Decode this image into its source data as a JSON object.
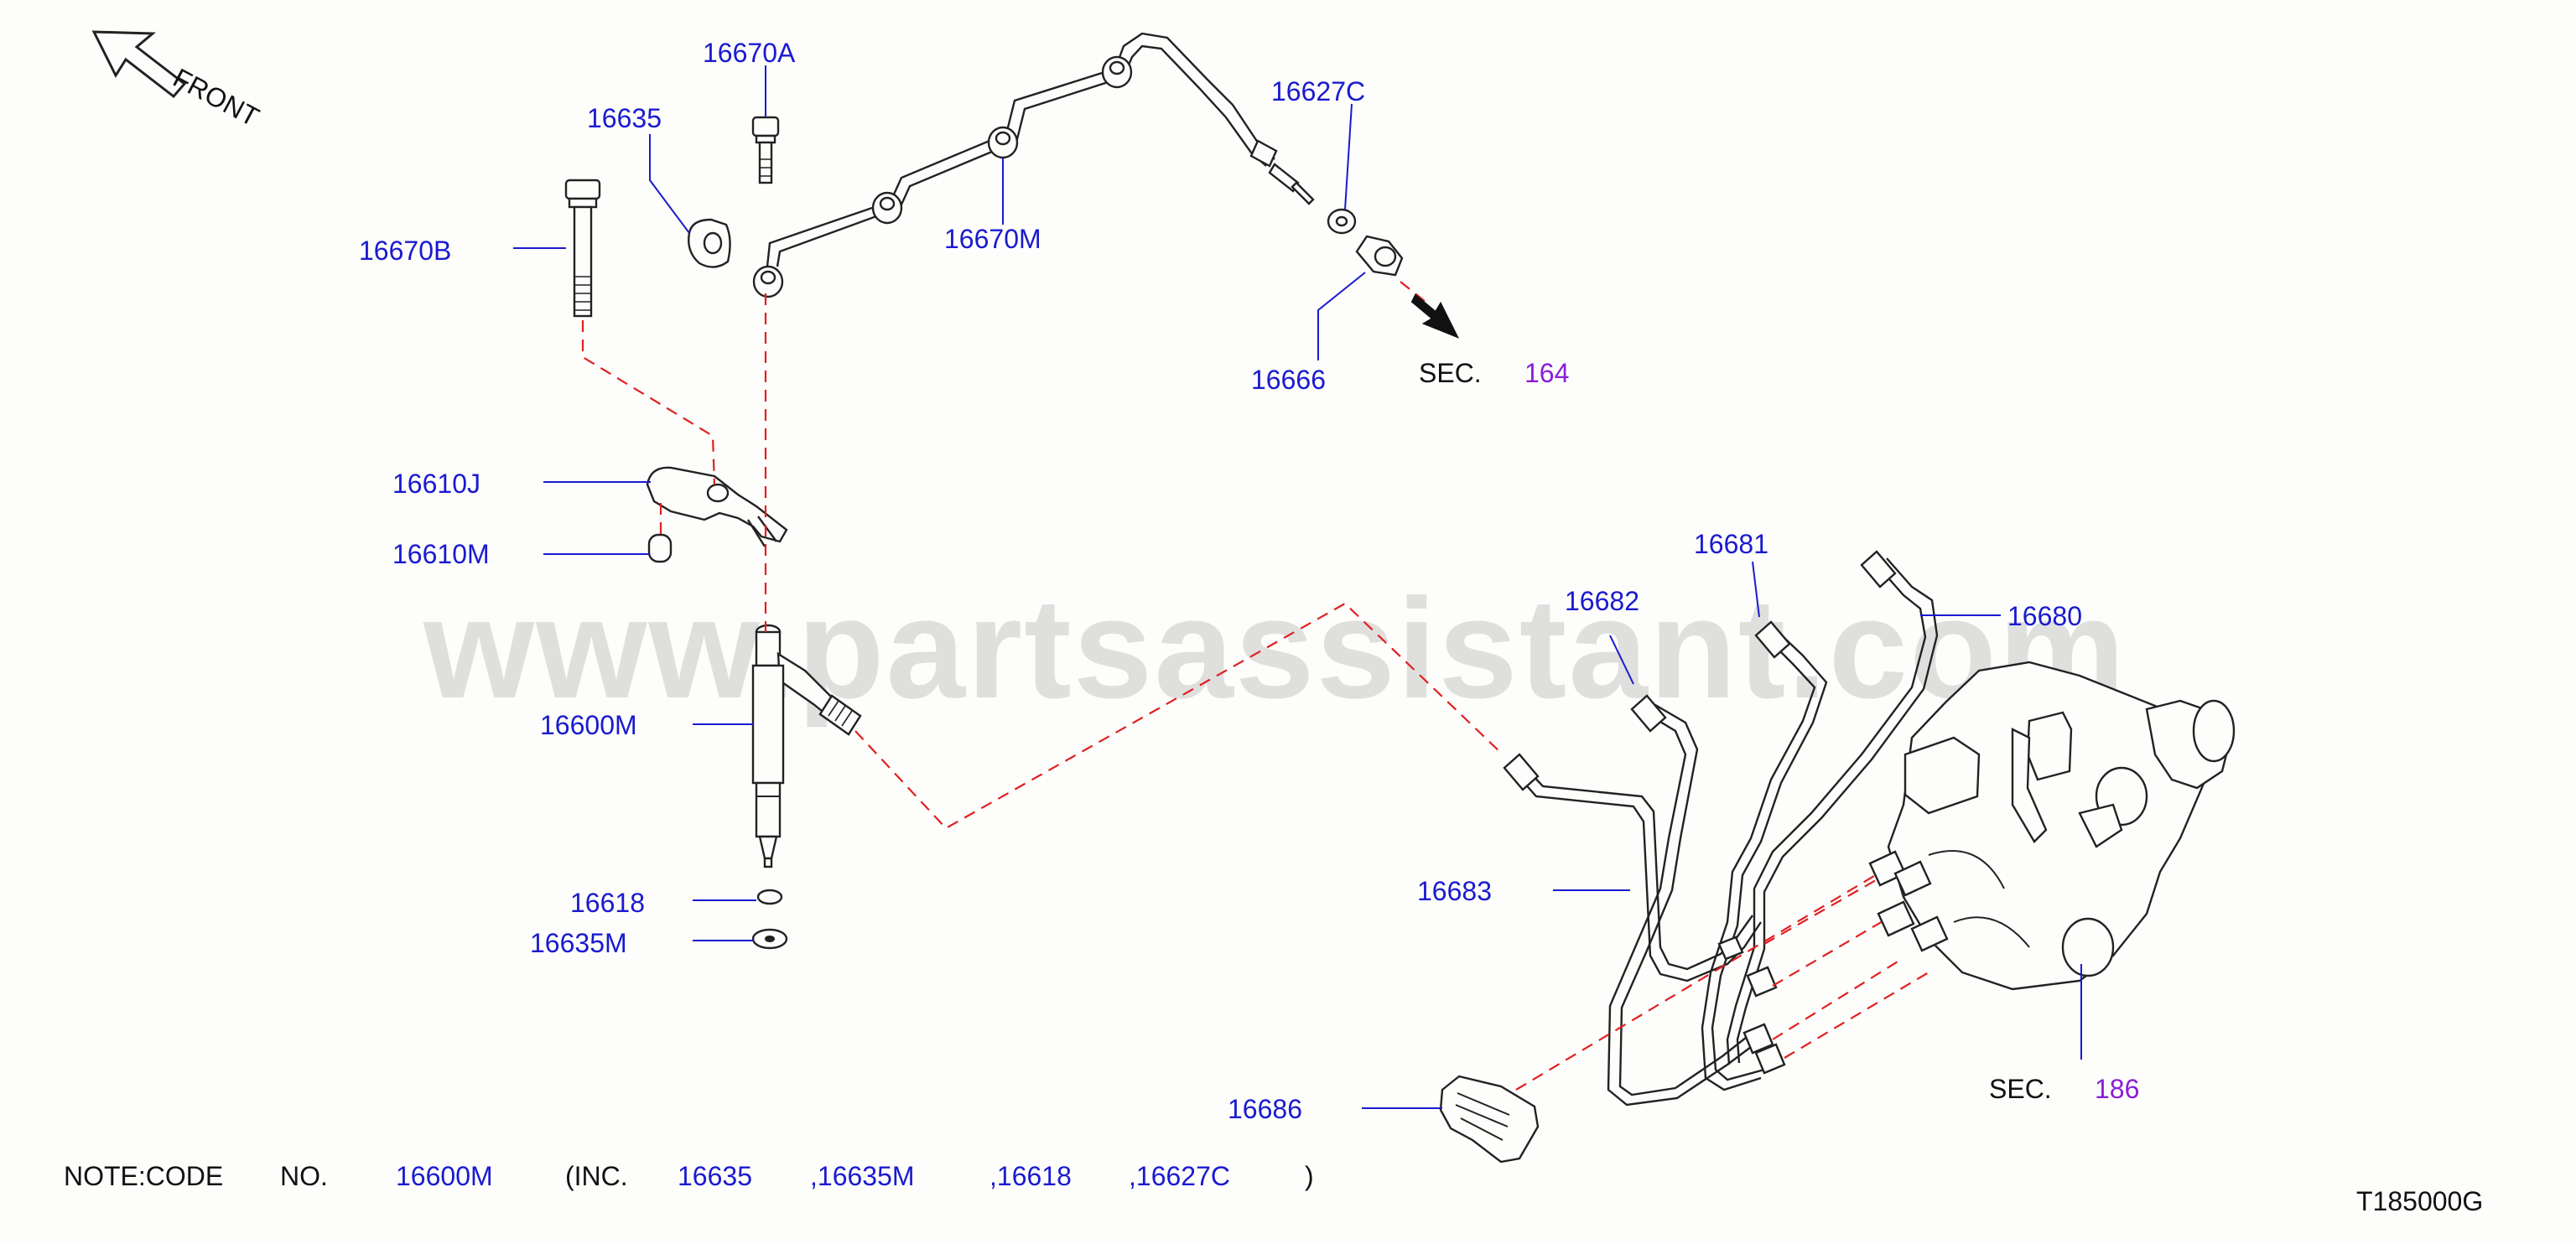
{
  "orientation": {
    "text": "FRONT"
  },
  "watermark": "www.partsassistant.com",
  "part_labels": {
    "p16670A": "16670A",
    "p16635": "16635",
    "p16670B": "16670B",
    "p16670M": "16670M",
    "p16627C": "16627C",
    "p16666": "16666",
    "p16610J": "16610J",
    "p16610M": "16610M",
    "p16600M": "16600M",
    "p16618": "16618",
    "p16635M": "16635M",
    "p16681": "16681",
    "p16682": "16682",
    "p16680": "16680",
    "p16683": "16683",
    "p16686": "16686"
  },
  "section_refs": {
    "sec164": {
      "prefix": "SEC.",
      "number": "164"
    },
    "sec186": {
      "prefix": "SEC.",
      "number": "186"
    }
  },
  "note": {
    "prefix": "NOTE:CODE",
    "no": "NO.",
    "code": "16600M",
    "inc_open": "(INC.",
    "items": [
      "16635",
      ",16635M",
      ",16618",
      ",16627C"
    ],
    "close": ")"
  },
  "diagram_id": "T185000G",
  "colors": {
    "part_number": "#1a1ad0",
    "section_ref": "#8a1fd6",
    "dashed_line": "#e02020",
    "outline": "#222222"
  }
}
